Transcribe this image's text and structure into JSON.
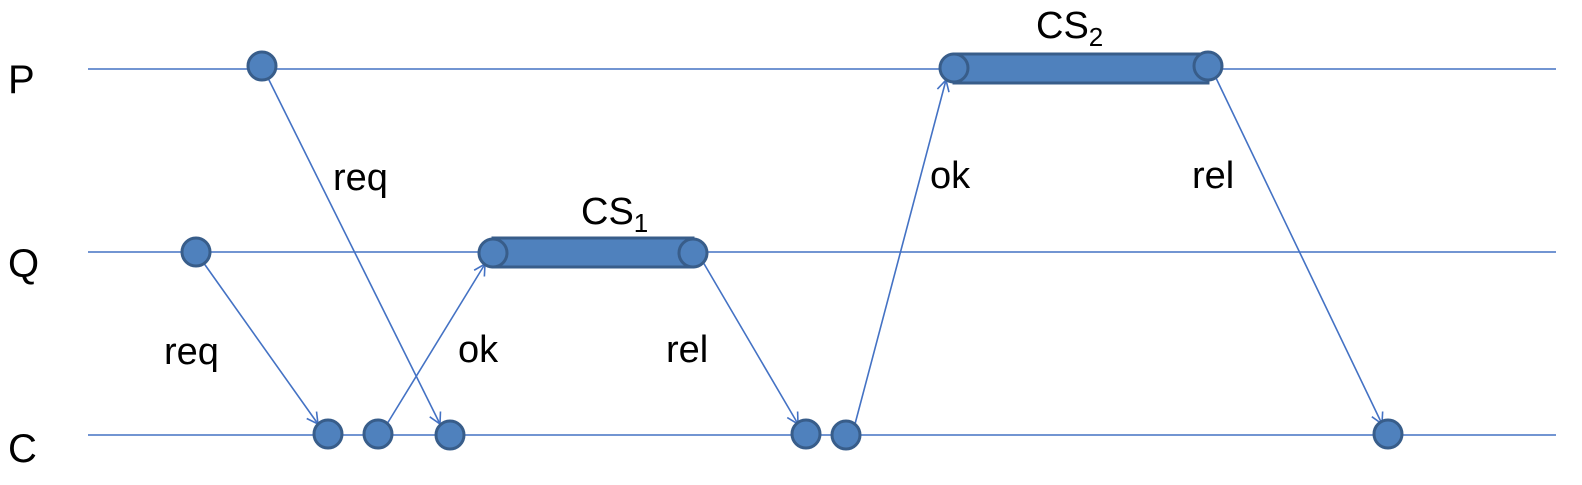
{
  "colors": {
    "line": "#4472c4",
    "node_fill": "#4f81bd",
    "node_stroke": "#385d8a",
    "text": "#000000"
  },
  "processes": [
    {
      "id": "P",
      "label": "P"
    },
    {
      "id": "Q",
      "label": "Q"
    },
    {
      "id": "C",
      "label": "C"
    }
  ],
  "messages": [
    {
      "label": "req"
    },
    {
      "label": "req"
    },
    {
      "label": "ok"
    },
    {
      "label": "rel"
    },
    {
      "label": "ok"
    },
    {
      "label": "rel"
    }
  ],
  "critical_sections": [
    {
      "base": "CS",
      "sub": "1"
    },
    {
      "base": "CS",
      "sub": "2"
    }
  ]
}
